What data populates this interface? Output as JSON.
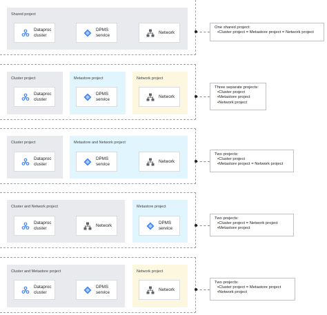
{
  "scenarios": [
    {
      "projects": [
        {
          "label": "Shared project",
          "tint": "gray"
        }
      ],
      "cards": [
        {
          "icon": "dataproc-icon",
          "text": "Dataproc\ncluster"
        },
        {
          "icon": "dpms-icon",
          "text": "DPMS\nservice"
        },
        {
          "icon": "network-icon",
          "text": "Network"
        }
      ],
      "note": {
        "title": "One shared project:",
        "items": [
          "Cluster project = Metastore project = Network project"
        ]
      }
    },
    {
      "projects": [
        {
          "label": "Cluster project",
          "tint": "gray"
        },
        {
          "label": "Metastore project",
          "tint": "blue"
        },
        {
          "label": "Network project",
          "tint": "yellow"
        }
      ],
      "cards": [
        {
          "icon": "dataproc-icon",
          "text": "Dataproc\ncluster"
        },
        {
          "icon": "dpms-icon",
          "text": "DPMS\nservice"
        },
        {
          "icon": "network-icon",
          "text": "Network"
        }
      ],
      "note": {
        "title": "Three separate projects:",
        "items": [
          "Cluster project",
          "Metastore project",
          "Network project"
        ]
      }
    },
    {
      "projects": [
        {
          "label": "Cluster project",
          "tint": "gray"
        },
        {
          "label": "Metastore and Network project",
          "tint": "blue"
        }
      ],
      "cards": [
        {
          "icon": "dataproc-icon",
          "text": "Dataproc\ncluster"
        },
        {
          "icon": "dpms-icon",
          "text": "DPMS\nservice"
        },
        {
          "icon": "network-icon",
          "text": "Network"
        }
      ],
      "note": {
        "title": "Two projects:",
        "items": [
          "Cluster project",
          "Metastore project = Network project"
        ]
      }
    },
    {
      "projects": [
        {
          "label": "Cluster and Network project",
          "tint": "gray"
        },
        {
          "label": "Metastore project",
          "tint": "blue"
        }
      ],
      "cards": [
        {
          "icon": "dataproc-icon",
          "text": "Dataproc\ncluster"
        },
        {
          "icon": "network-icon",
          "text": "Network"
        },
        {
          "icon": "dpms-icon",
          "text": "DPMS\nservice"
        }
      ],
      "note": {
        "title": "Two projects:",
        "items": [
          "Cluster project = Network project",
          "Metastore project"
        ]
      }
    },
    {
      "projects": [
        {
          "label": "Cluster and Metastore project",
          "tint": "gray"
        },
        {
          "label": "Network project",
          "tint": "yellow"
        }
      ],
      "cards": [
        {
          "icon": "dataproc-icon",
          "text": "Dataproc\ncluster"
        },
        {
          "icon": "dpms-icon",
          "text": "DPMS\nservice"
        },
        {
          "icon": "network-icon",
          "text": "Network"
        }
      ],
      "note": {
        "title": "Two projects:",
        "items": [
          "Cluster project = Metastore project",
          "Network project"
        ]
      }
    }
  ],
  "colors": {
    "gray_project": "#e8eaed",
    "blue_project": "#e1f5fe",
    "yellow_project": "#fef7e0",
    "google_blue": "#4285f4",
    "icon_dark": "#5f6368"
  }
}
